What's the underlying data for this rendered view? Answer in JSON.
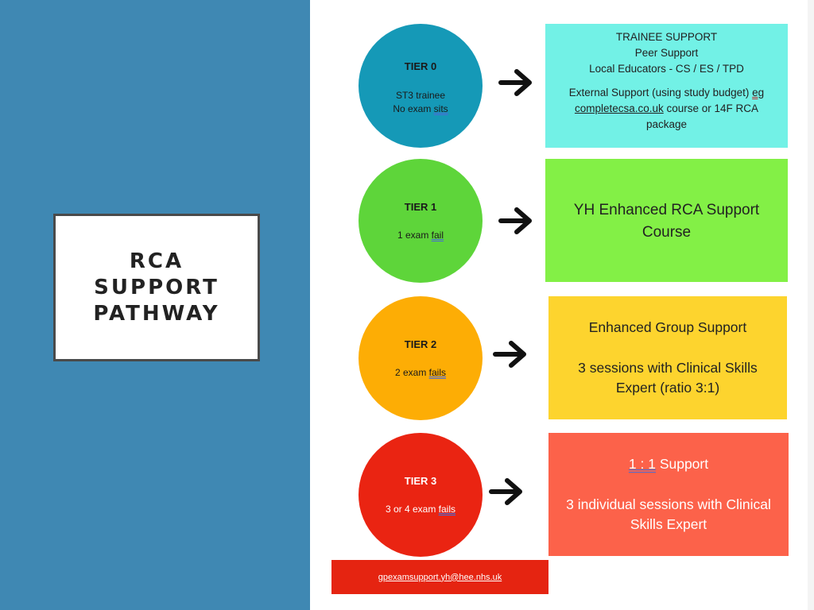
{
  "title": {
    "lines": [
      "RCA",
      "SUPPORT",
      "PATHWAY"
    ]
  },
  "colors": {
    "panel": "#3f88b3",
    "tier0": "#1599b7",
    "tier1": "#5ed53a",
    "tier2": "#fdad05",
    "tier3": "#ea2412",
    "box0": "#72f1e6",
    "box1": "#83f046",
    "box2": "#fdd42e",
    "box3": "#fc624a",
    "email_bar": "#e52411"
  },
  "tiers": [
    {
      "label": "TIER 0",
      "desc_line1": "ST3 trainee",
      "desc_line2a": "No exam ",
      "desc_line2b": "sits"
    },
    {
      "label": "TIER 1",
      "desc_a": "1 exam ",
      "desc_b": "fail"
    },
    {
      "label": "TIER 2",
      "desc_a": "2 exam ",
      "desc_b": "fails"
    },
    {
      "label": "TIER 3",
      "desc_a": "3 or 4 exam ",
      "desc_b": "fails"
    }
  ],
  "boxes": {
    "tier0": {
      "line1": "TRAINEE SUPPORT",
      "line2": "Peer Support",
      "line3": "Local Educators - CS / ES / TPD",
      "ext_a": "External Support (using study budget) ",
      "ext_b": "eg",
      "link": "completecsa.co.uk",
      "ext_c": " course or 14F RCA package"
    },
    "tier1": {
      "line1": "YH Enhanced RCA Support",
      "line2": "Course"
    },
    "tier2": {
      "line1": "Enhanced Group Support",
      "line2": "3 sessions with Clinical Skills",
      "line3": "Expert (ratio 3:1)"
    },
    "tier3": {
      "ratio": "1 : 1",
      "support": " Support",
      "line2": "3 individual sessions with Clinical",
      "line3": "Skills Expert"
    }
  },
  "arrow_icon": "right-arrow-icon",
  "email": "gpexamsupport.yh@hee.nhs.uk"
}
